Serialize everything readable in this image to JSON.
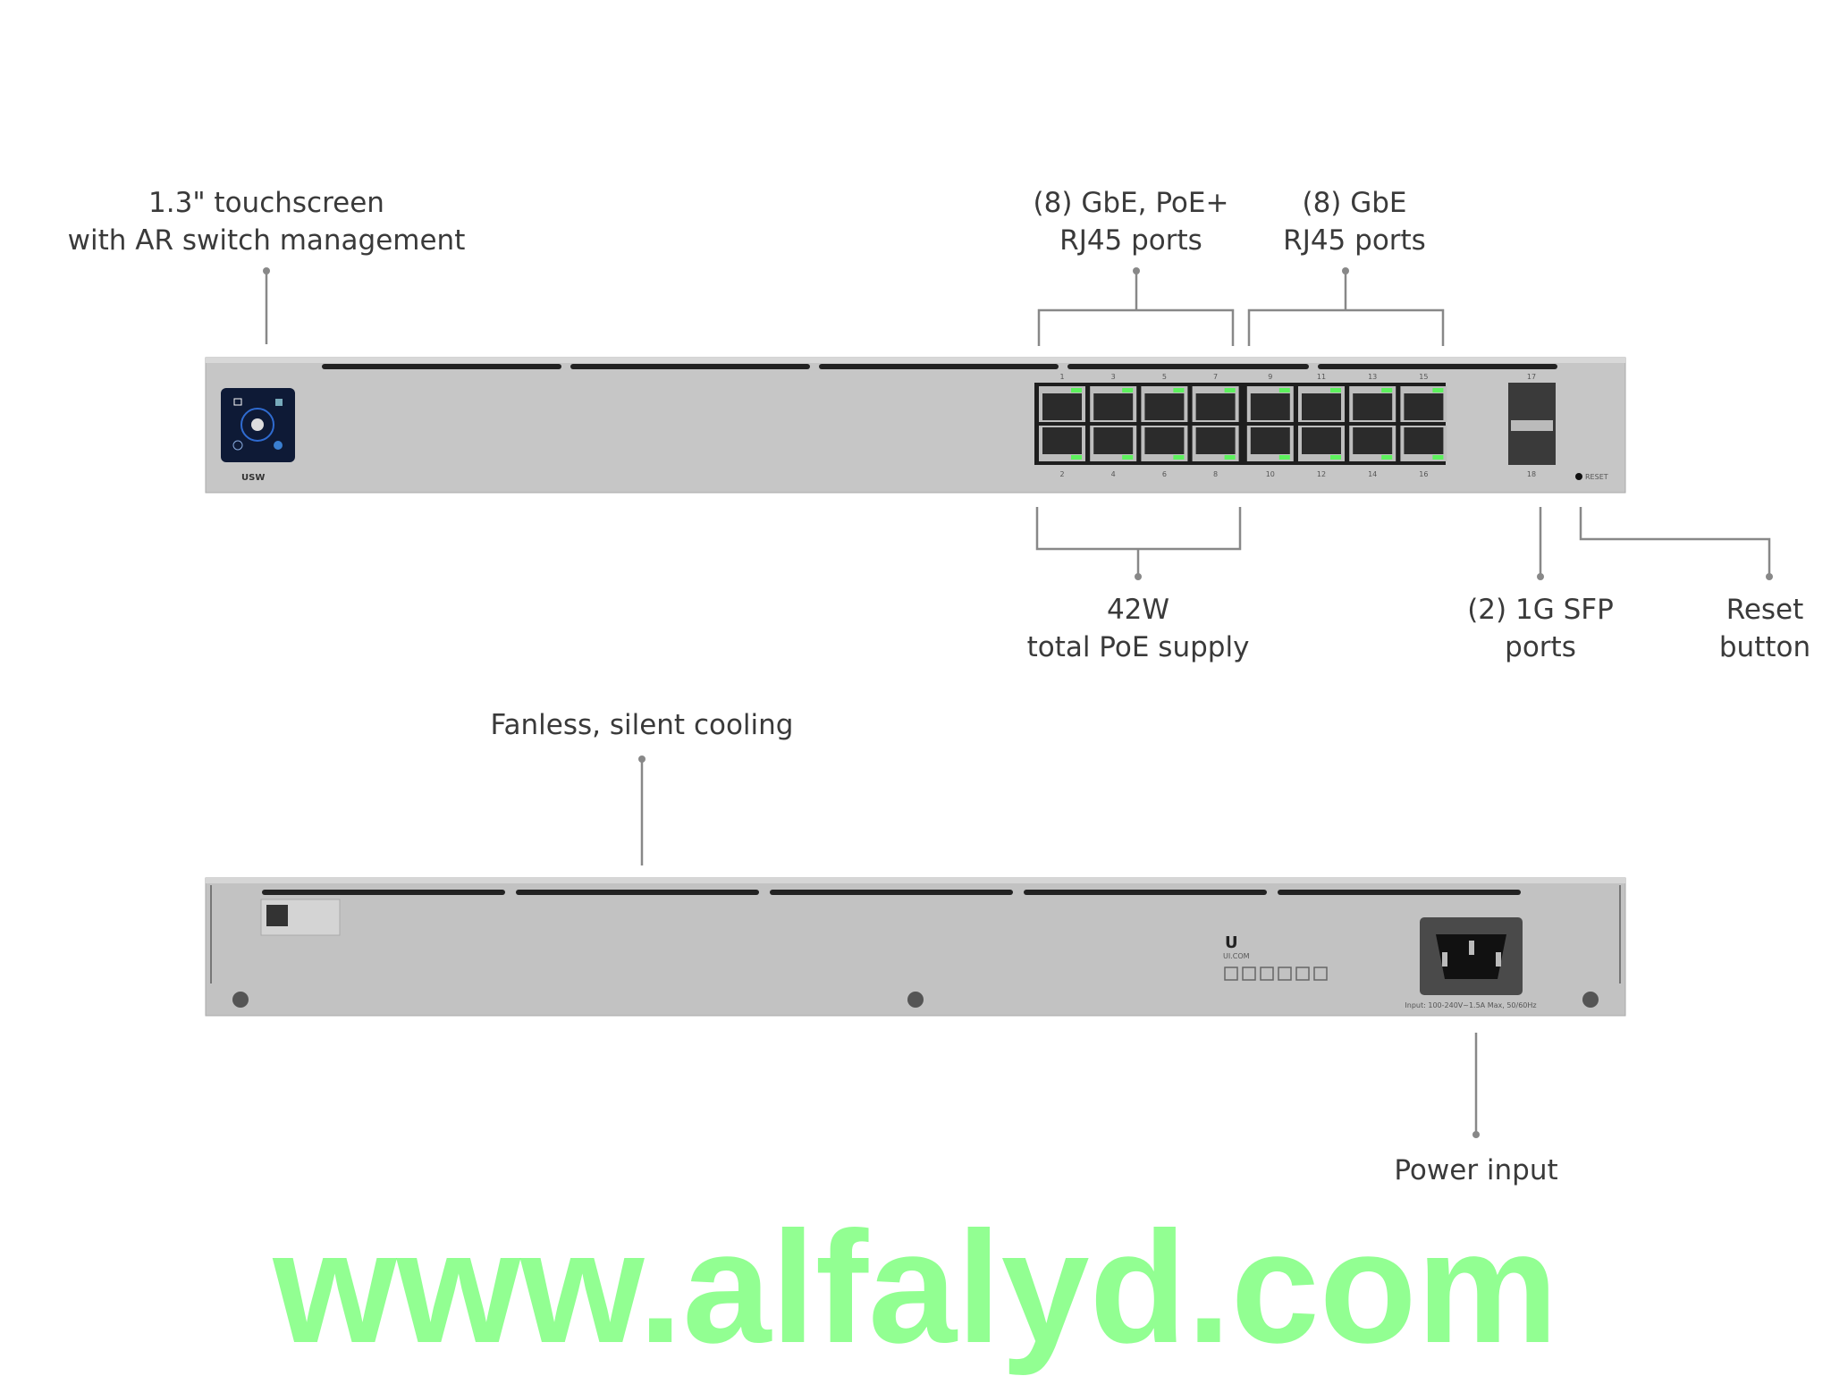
{
  "callouts": {
    "touchscreen": [
      "1.3\" touchscreen",
      "with AR switch management"
    ],
    "poe_ports": [
      "(8) GbE, PoE+",
      "RJ45 ports"
    ],
    "gbe_ports": [
      "(8) GbE",
      "RJ45 ports"
    ],
    "poe_supply": [
      "42W",
      "total PoE supply"
    ],
    "sfp_ports": [
      "(2) 1G SFP",
      "ports"
    ],
    "reset": [
      "Reset",
      "button"
    ],
    "cooling": "Fanless, silent cooling",
    "power": "Power input"
  },
  "device": {
    "brand_mark": "USW",
    "port_numbers_top": [
      "1",
      "3",
      "5",
      "7",
      "9",
      "11",
      "13",
      "15"
    ],
    "port_numbers_bottom": [
      "2",
      "4",
      "6",
      "8",
      "10",
      "12",
      "14",
      "16"
    ],
    "sfp_numbers": [
      "17",
      "18"
    ],
    "reset_label": "RESET",
    "rear_label_company": "UI.COM",
    "power_rating": "Input: 100-240V~1.5A Max, 50/60Hz"
  },
  "watermark": "www.alfalyd.com",
  "colors": {
    "chassis": "#c4c4c4",
    "led": "#5df15d",
    "watermark": "#6eff6e"
  }
}
